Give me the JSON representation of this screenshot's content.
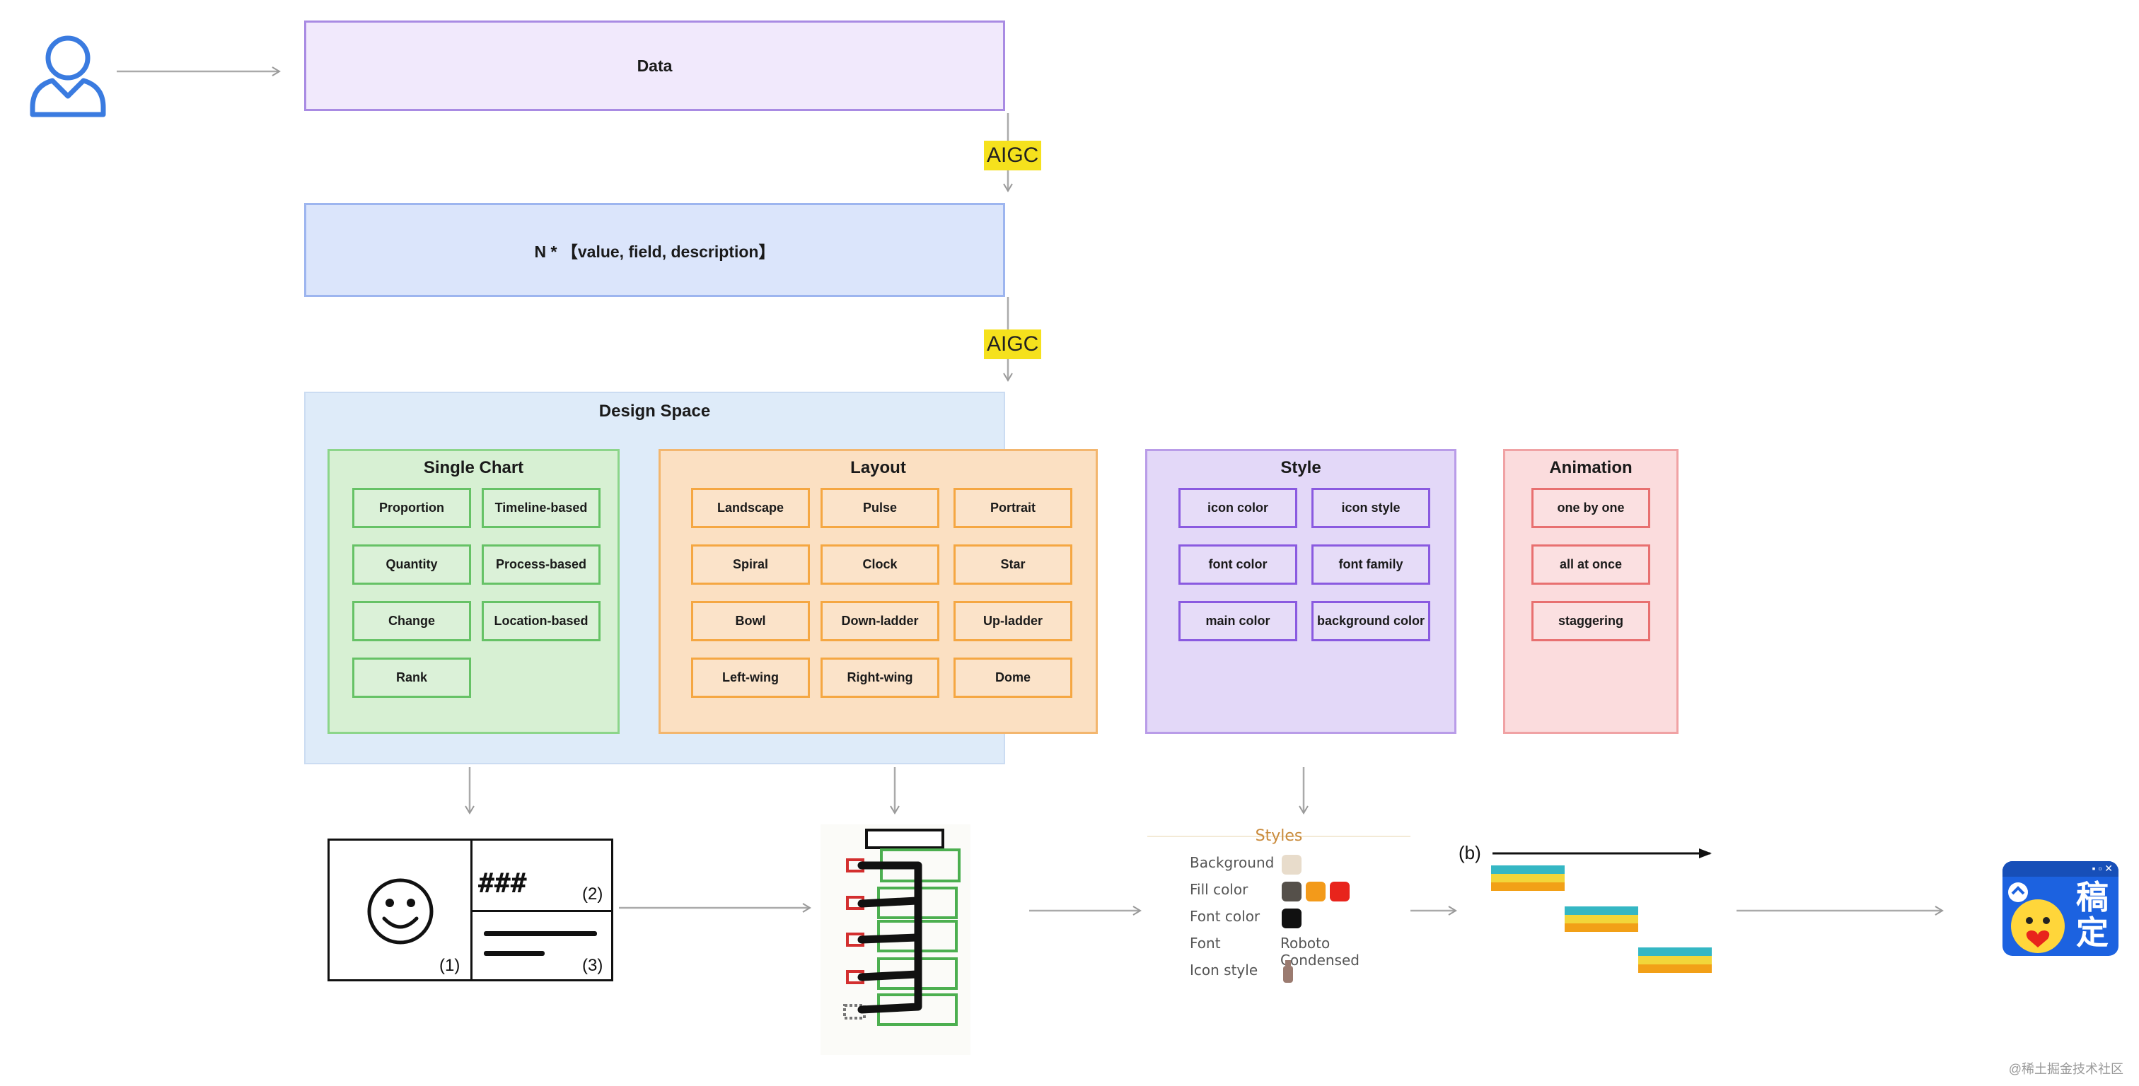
{
  "pipeline": {
    "data_label": "Data",
    "aigc_1": "AIGC",
    "tuple_label": "N *  【value, field, description】",
    "aigc_2": "AIGC",
    "design_space_title": "Design Space"
  },
  "panels": {
    "single_chart": {
      "title": "Single Chart",
      "color": "#66c266",
      "items": [
        "Proportion",
        "Timeline-based",
        "Quantity",
        "Process-based",
        "Change",
        "Location-based",
        "Rank"
      ]
    },
    "layout": {
      "title": "Layout",
      "color": "#f5a742",
      "items": [
        "Landscape",
        "Pulse",
        "Portrait",
        "Spiral",
        "Clock",
        "Star",
        "Bowl",
        "Down-ladder",
        "Up-ladder",
        "Left-wing",
        "Right-wing",
        "Dome"
      ]
    },
    "style": {
      "title": "Style",
      "color": "#8a5ae0",
      "items": [
        "icon color",
        "icon style",
        "font color",
        "font  family",
        "main color",
        "background color"
      ]
    },
    "animation": {
      "title": "Animation",
      "color": "#e87070",
      "items": [
        "one by one",
        "all at once",
        "staggering"
      ]
    }
  },
  "sketch": {
    "label_1": "(1)",
    "label_2": "(2)",
    "label_3": "(3)",
    "hash_text": "###",
    "smiley": "☺"
  },
  "style_card": {
    "title": "Styles",
    "rows": [
      {
        "label": "Background",
        "value": ""
      },
      {
        "label": "Fill color",
        "value": ""
      },
      {
        "label": "Font color",
        "value": ""
      },
      {
        "label": "Font",
        "value": "Roboto Condensed"
      },
      {
        "label": "Icon style",
        "value": ""
      }
    ],
    "background_swatch": "#e8dccb",
    "fill_swatches": [
      "#55504a",
      "#f39a1a",
      "#e8241c"
    ],
    "font_swatch": "#111111"
  },
  "animation_demo": {
    "label": "(b)"
  },
  "result_badge": {
    "text": "稿定"
  },
  "watermark": "@稀土掘金技术社区"
}
